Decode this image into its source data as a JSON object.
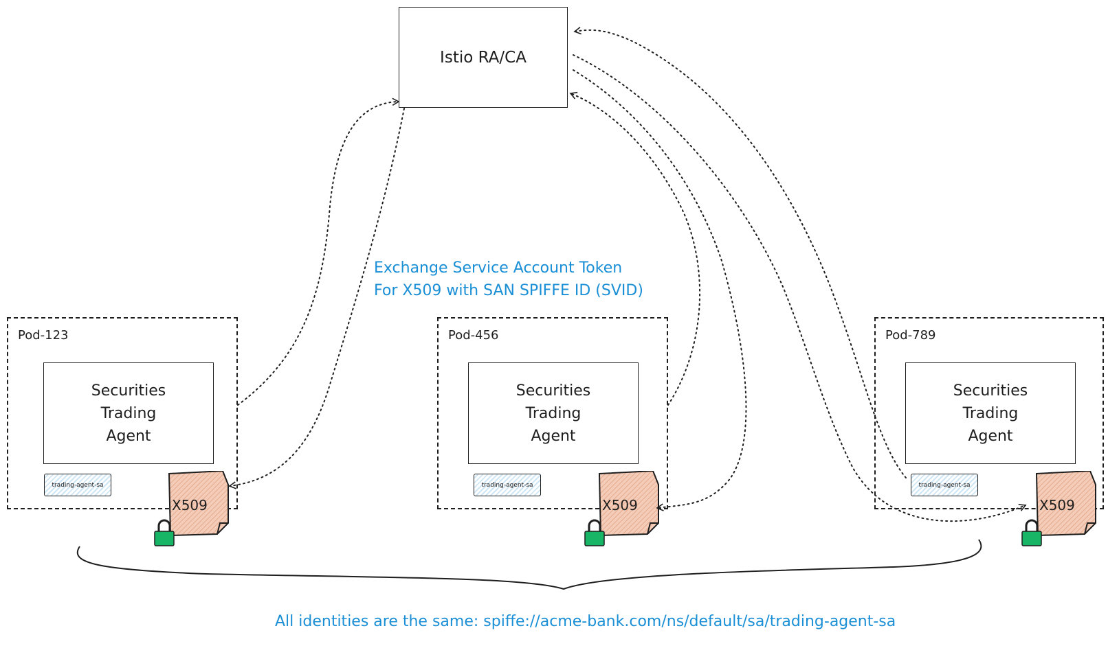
{
  "ca": {
    "title": "Istio RA/CA"
  },
  "exchange_note": {
    "line1": "Exchange Service Account Token",
    "line2": "For X509 with SAN SPIFFE ID (SVID)"
  },
  "pods": [
    {
      "label": "Pod-123",
      "agent": [
        "Securities",
        "Trading",
        "Agent"
      ],
      "service_account": "trading-agent-sa",
      "cert": "X509"
    },
    {
      "label": "Pod-456",
      "agent": [
        "Securities",
        "Trading",
        "Agent"
      ],
      "service_account": "trading-agent-sa",
      "cert": "X509"
    },
    {
      "label": "Pod-789",
      "agent": [
        "Securities",
        "Trading",
        "Agent"
      ],
      "service_account": "trading-agent-sa",
      "cert": "X509"
    }
  ],
  "identity_note": "All identities are the same: spiffe://acme-bank.com/ns/default/sa/trading-agent-sa",
  "colors": {
    "stroke": "#1e1e1e",
    "note_blue": "#1a8fd6",
    "cert_fill": "#e8a98a",
    "lock_green": "#18b566",
    "sa_hatch": "#a9d4f0"
  },
  "icons": {
    "certificate": "document-icon",
    "lock": "lock-icon"
  }
}
